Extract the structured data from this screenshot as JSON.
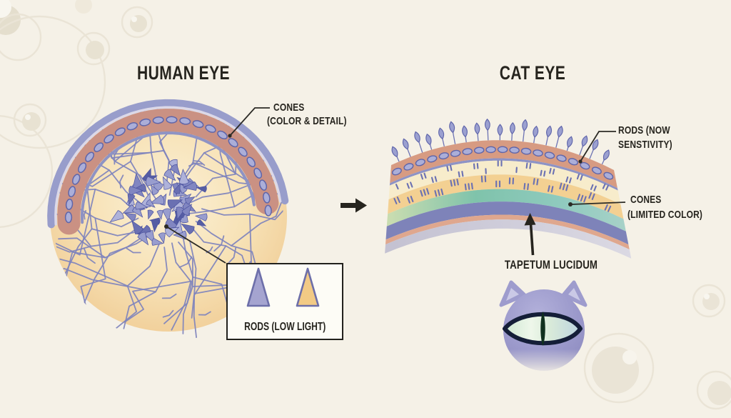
{
  "titles": {
    "human": "HUMAN EYE",
    "cat": "CAT EYE"
  },
  "human_eye": {
    "cones_label": {
      "line1": "CONES",
      "line2": "(COLOR & DETAIL)"
    },
    "legend": {
      "label": "RODS (LOW LIGHT)"
    }
  },
  "cat_eye": {
    "rods_label": {
      "line1": "RODS (NOW",
      "line2": "SENSTIVITY)"
    },
    "cones_label": {
      "line1": "CONES",
      "line2": "(LIMITED COLOR)"
    },
    "tapetum_label": "TAPETUM LUCIDUM",
    "layers": [
      {
        "name": "rod-cell-band",
        "color": "#d79b82",
        "thickness": 26
      },
      {
        "name": "boundary-line",
        "color": "#8e93c5",
        "thickness": 3.5
      },
      {
        "name": "inner-nuclear-band",
        "color": "#f7eccb",
        "thickness": 20
      },
      {
        "name": "cone-band",
        "color": "#f3d092",
        "thickness": 21
      },
      {
        "name": "reflective-band",
        "color": "#82c4ae",
        "thickness": 18,
        "gradient": "tealGrad"
      },
      {
        "name": "tapetum-band",
        "color": "#7e83b9",
        "thickness": 19
      },
      {
        "name": "choroid-band",
        "color": "#dfa78e",
        "thickness": 7
      },
      {
        "name": "sclera-band",
        "color": "#cbc9d8",
        "thickness": 13
      }
    ]
  },
  "colors": {
    "background": "#f5f1e7",
    "ink": "#26241e",
    "leader_line": "#2c2b26",
    "vessel": "#7e83bd",
    "retina_interior_inner": "#fbf0d6",
    "retina_interior_outer": "#f0cc95",
    "arc_outer_band": "#989dcb",
    "arc_pink_band": "#ca9183",
    "arc_inner_line": "#8e93c4",
    "cell_fill": "#abaed8",
    "cell_stroke": "#5f65a9",
    "cone_cluster": [
      "#555da4",
      "#6a70b2",
      "#8186c1",
      "#989dce",
      "#aeb2da"
    ],
    "rod_drop_fill": "#9ba0d0",
    "rod_drop_stroke": "#6066ab",
    "dash": "#6b71b2",
    "legend_rod_cone": "#a5a4d0",
    "legend_cone_cone": "#f2ca85",
    "legend_cone_stroke": "#6d6fa9",
    "cat_head": "#9e9ccd",
    "cat_inner_ear": "#cac9e6",
    "cat_eye_outline": "#141e38",
    "cat_pupil": "#10301e"
  }
}
